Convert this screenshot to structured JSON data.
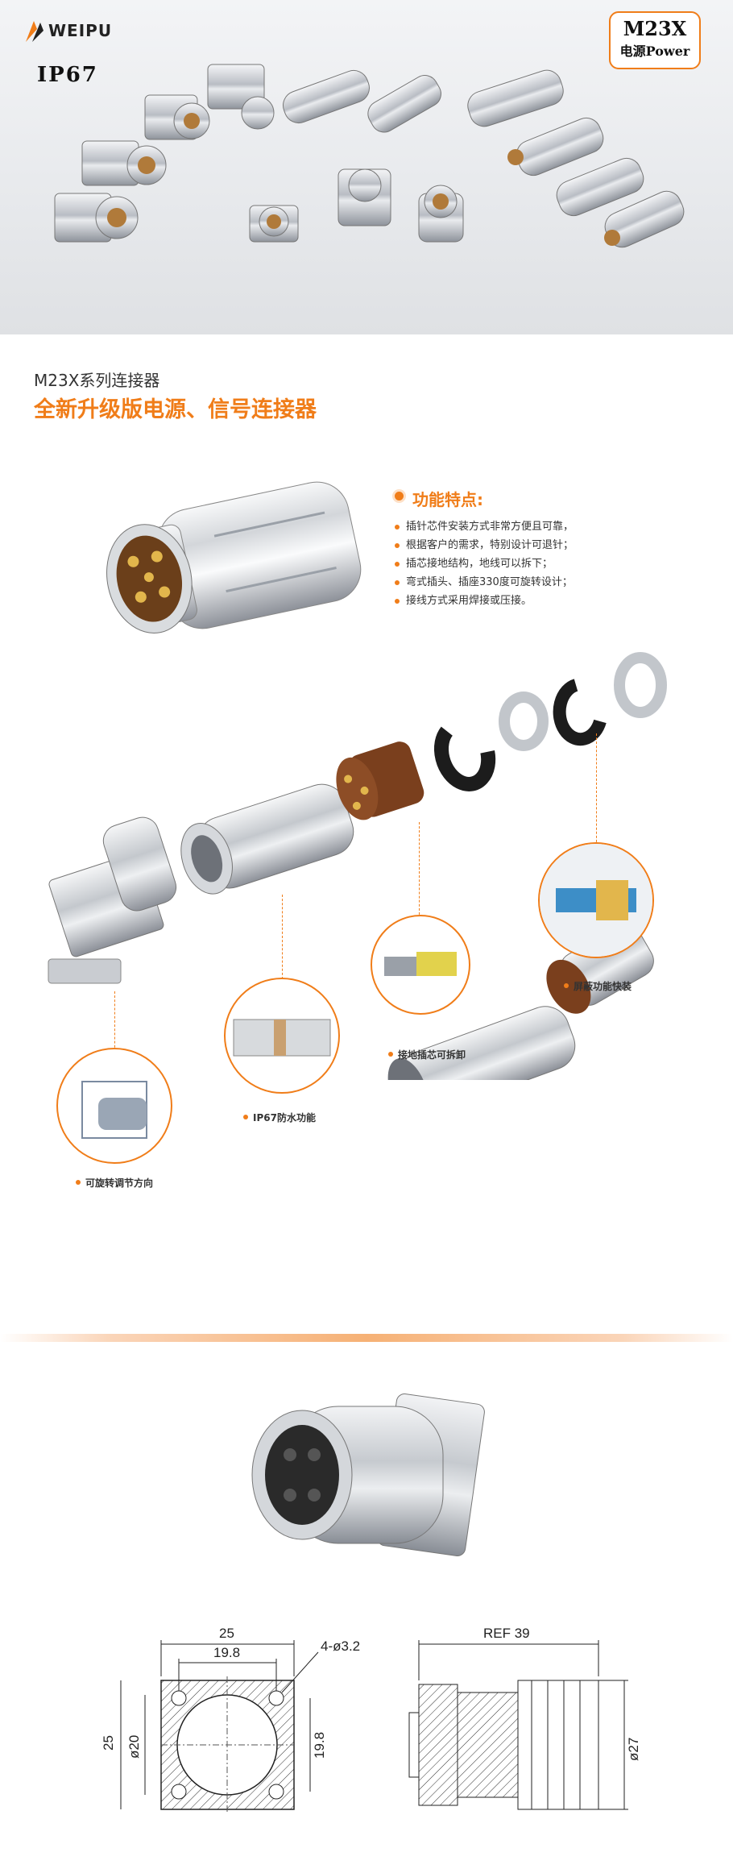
{
  "header": {
    "brand": "WEIPU",
    "rating": "IP67",
    "badge_title": "M23X",
    "badge_sub": "电源Power"
  },
  "section": {
    "series_title": "M23X系列连接器",
    "headline": "全新升级版电源、信号连接器"
  },
  "features": {
    "title": "功能特点:",
    "items": [
      "插针芯件安装方式非常方便且可靠，",
      "根据客户的需求，特别设计可退针；",
      "插芯接地结构，地线可以拆下；",
      "弯式插头、插座330度可旋转设计；",
      "接线方式采用焊接或压接。"
    ]
  },
  "callouts": {
    "shield": "屏蔽功能快装",
    "ground": "接地插芯可拆卸",
    "ip67": "IP67防水功能",
    "rotate": "可旋转调节方向"
  },
  "drawing": {
    "width_outer": "25",
    "width_inner": "19.8",
    "holes": "4-ø3.2",
    "height_outer": "25",
    "diameter": "ø20",
    "height_inner": "19.8",
    "ref_length": "REF 39",
    "body_diameter": "ø27"
  },
  "colors": {
    "accent": "#f07d19",
    "metal": "#c9ccd1"
  }
}
